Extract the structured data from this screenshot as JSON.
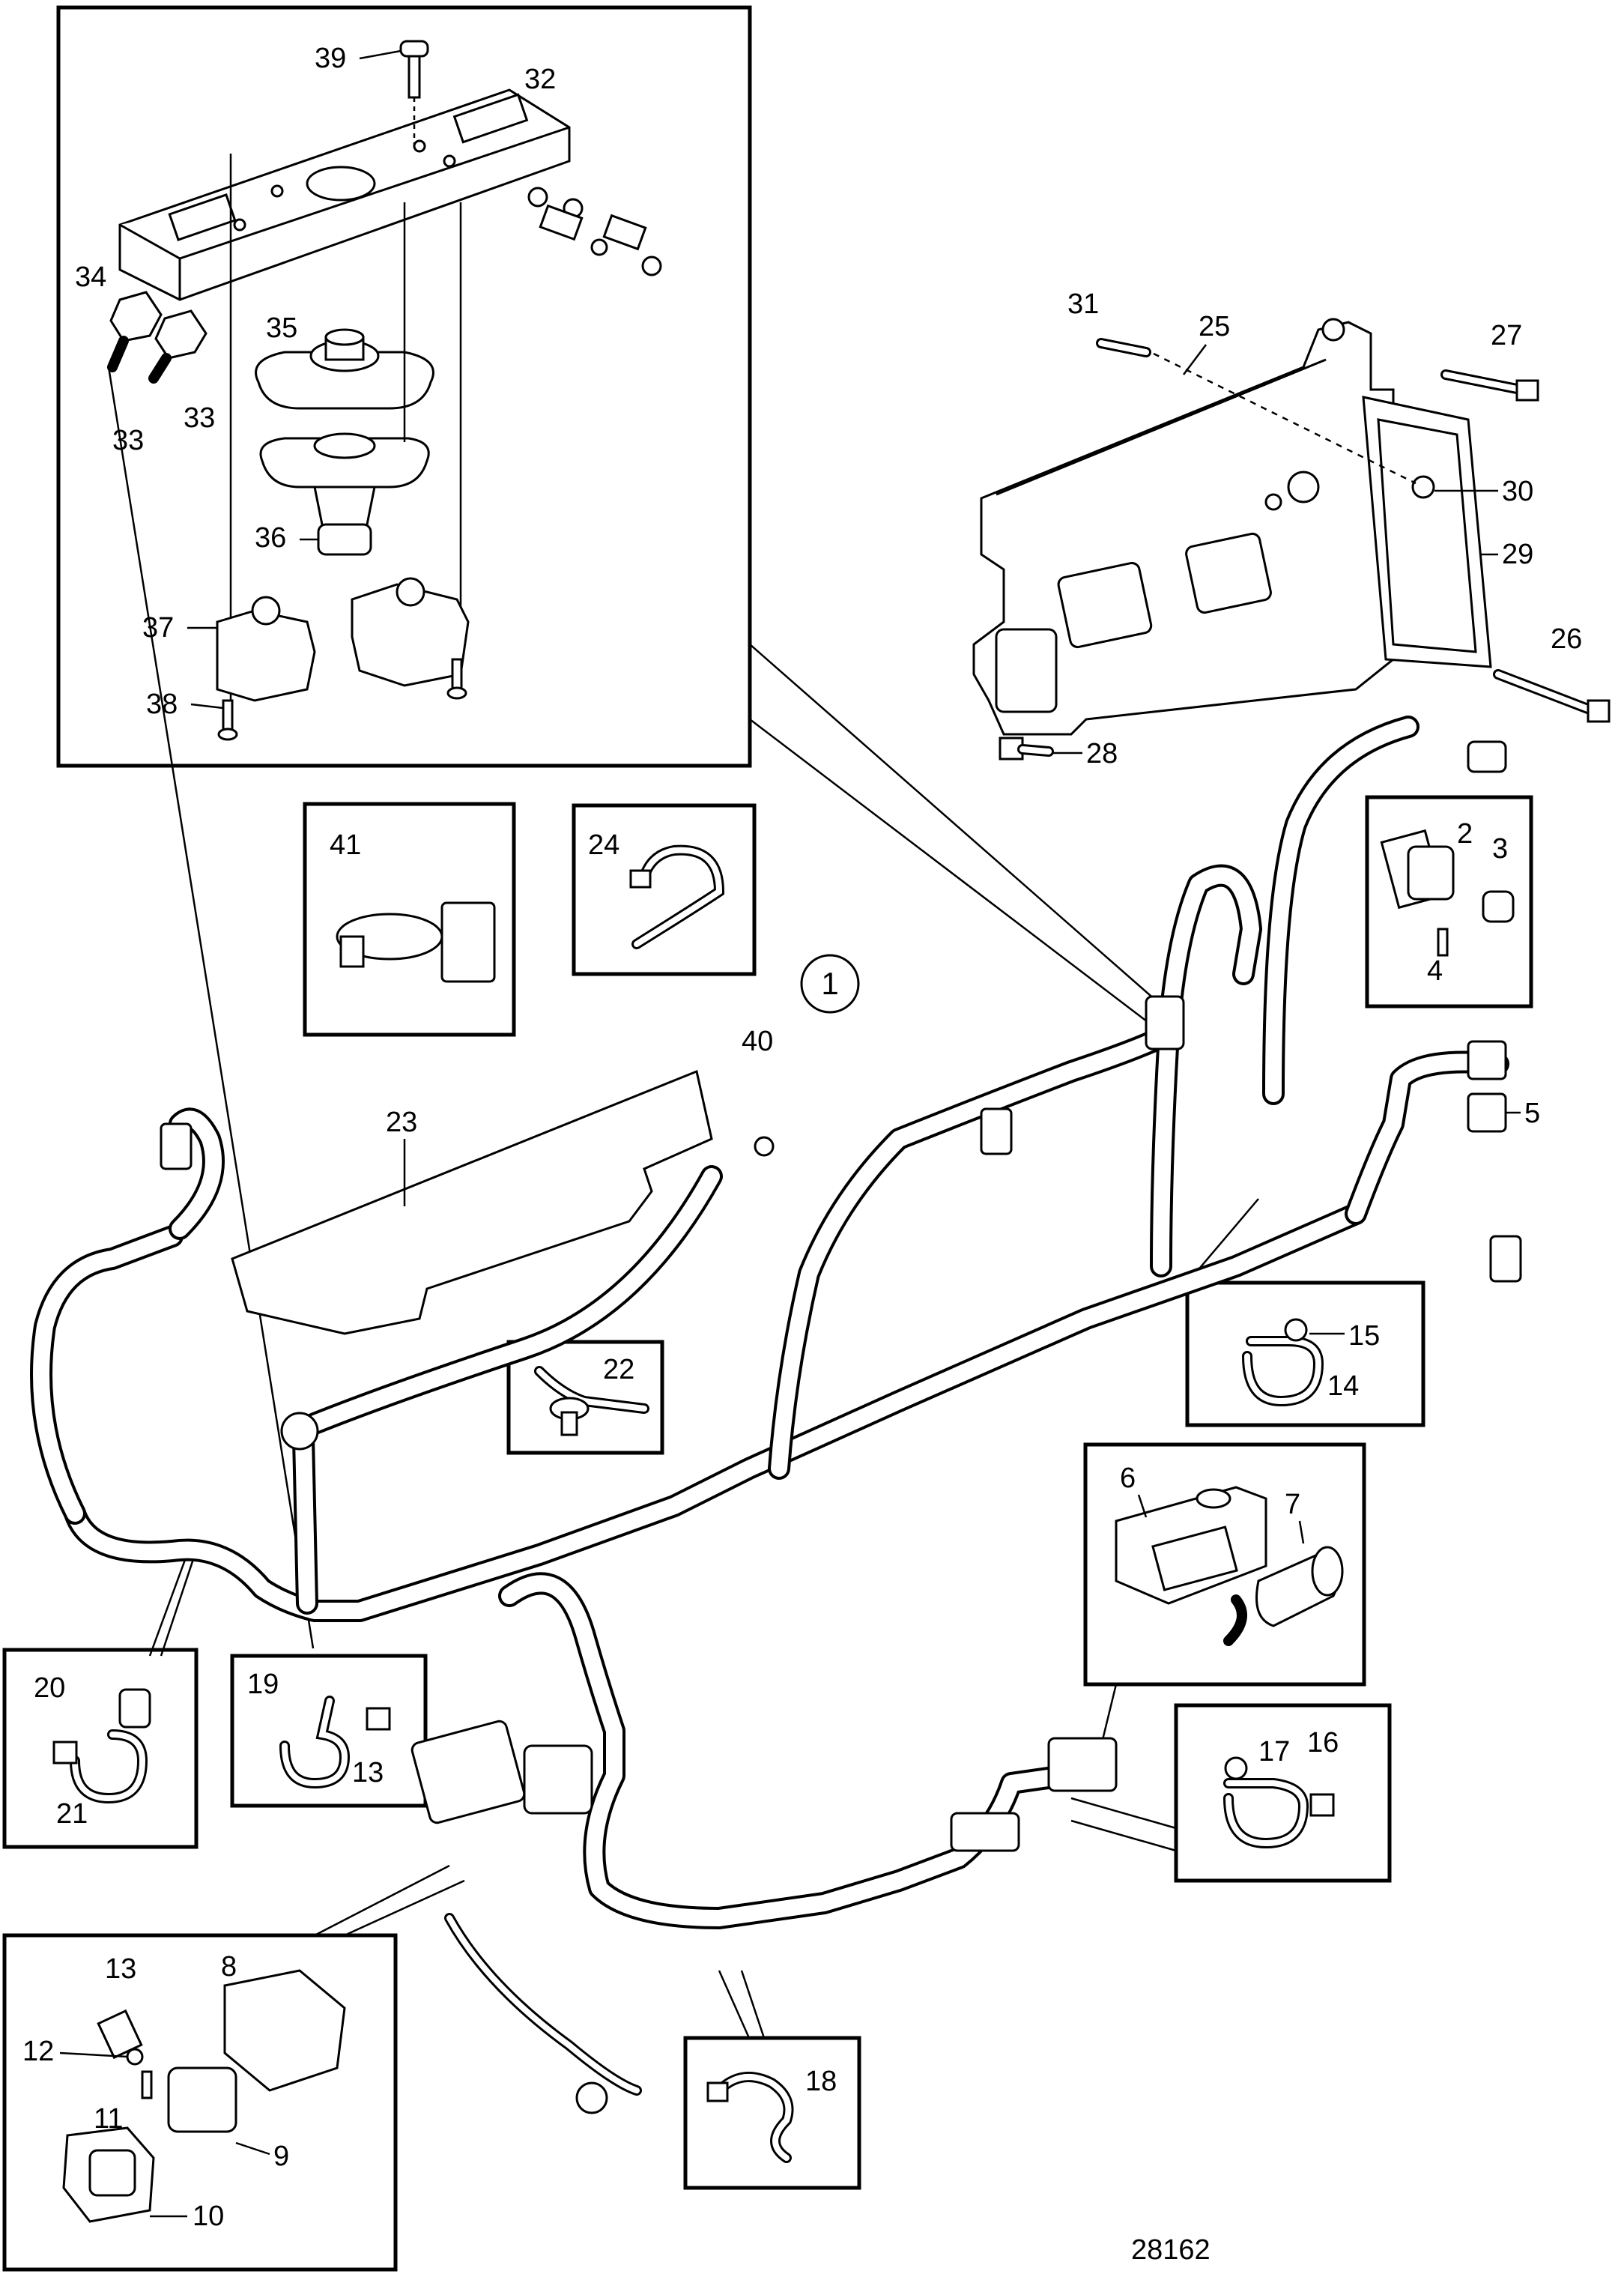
{
  "figure_number": "28162",
  "assembly_marker": "1",
  "callouts": {
    "c2": "2",
    "c3": "3",
    "c4": "4",
    "c5": "5",
    "c6": "6",
    "c7": "7",
    "c8": "8",
    "c9": "9",
    "c10": "10",
    "c11": "11",
    "c12": "12",
    "c13a": "13",
    "c13b": "13",
    "c14": "14",
    "c15": "15",
    "c16": "16",
    "c17": "17",
    "c18": "18",
    "c19": "19",
    "c20": "20",
    "c21": "21",
    "c22": "22",
    "c23": "23",
    "c24": "24",
    "c25": "25",
    "c26": "26",
    "c27": "27",
    "c28": "28",
    "c29": "29",
    "c30": "30",
    "c31": "31",
    "c32": "32",
    "c33a": "33",
    "c33b": "33",
    "c34": "34",
    "c35": "35",
    "c36": "36",
    "c37": "37",
    "c38": "38",
    "c39": "39",
    "c40": "40",
    "c41": "41"
  }
}
